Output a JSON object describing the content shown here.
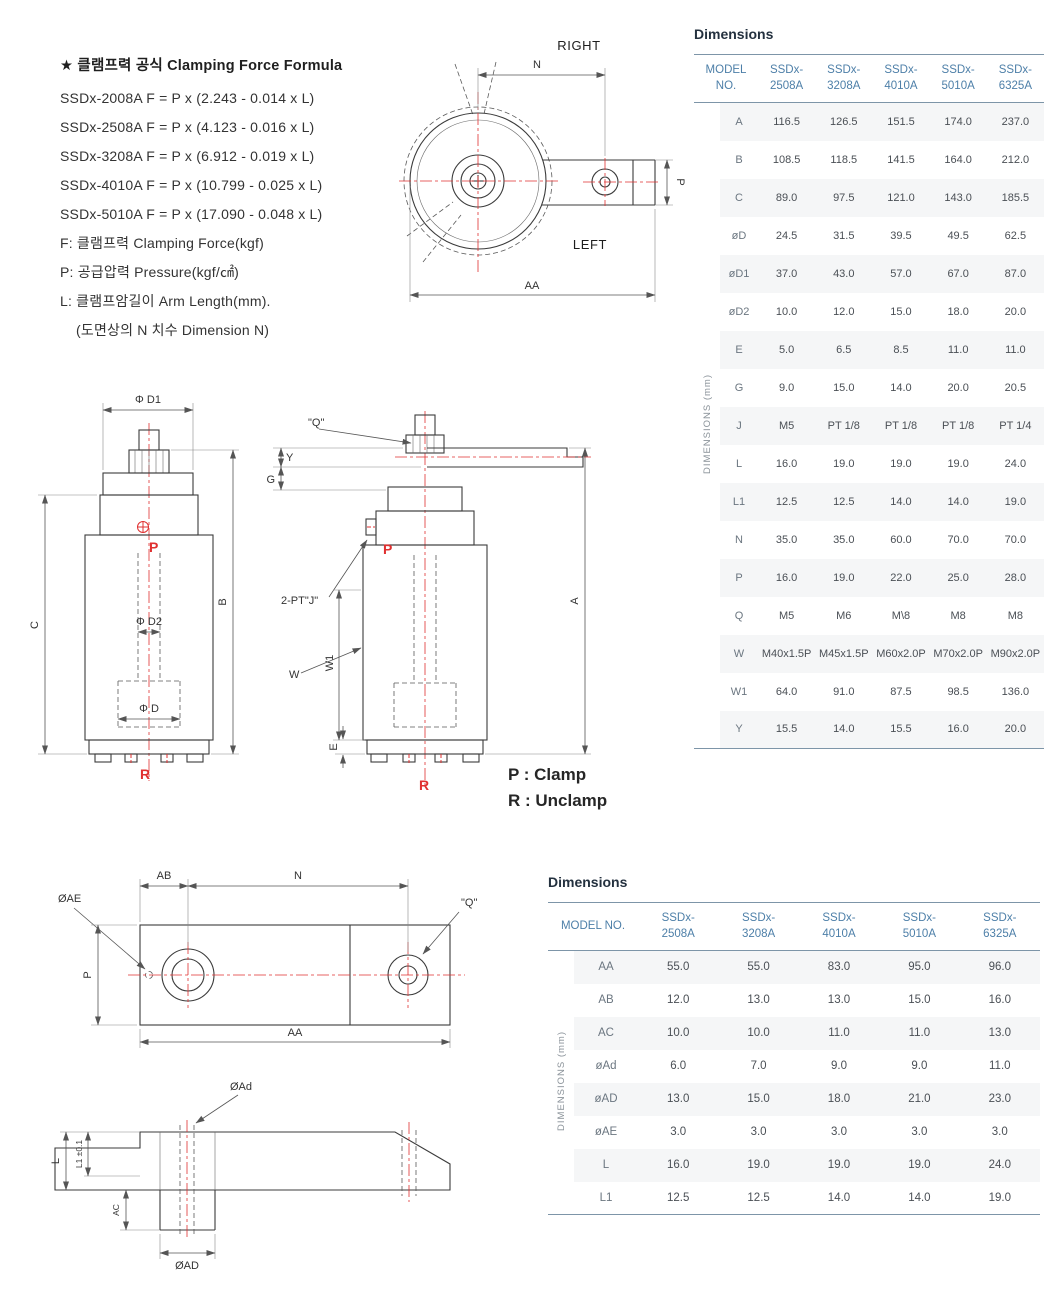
{
  "formula_block": {
    "title": "★ 클램프력 공식 Clamping Force Formula",
    "formulas": [
      "SSDx-2008A  F = P x (2.243 - 0.014 x L)",
      "SSDx-2508A  F = P x (4.123 - 0.016 x L)",
      "SSDx-3208A  F = P x (6.912 - 0.019 x L)",
      "SSDx-4010A  F = P x (10.799 - 0.025 x L)",
      "SSDx-5010A  F = P x (17.090 - 0.048 x L)"
    ],
    "legend": [
      "F: 클램프력 Clamping Force(kgf)",
      "P: 공급압력 Pressure(kgf/㎠)",
      "L: 클램프암길이 Arm Length(mm).",
      "(도면상의 N 치수  Dimension N)"
    ]
  },
  "top_view": {
    "right": "RIGHT",
    "left": "LEFT",
    "n": "N",
    "p": "P",
    "aa": "AA"
  },
  "front_view": {
    "d1": "Φ D1",
    "q": "\"Q\"",
    "y": "Y",
    "g": "G",
    "c": "C",
    "b": "B",
    "p_port": "P",
    "r_port": "R",
    "p_port2": "P",
    "r_port2": "R",
    "d2": "Φ D2",
    "d": "Φ D",
    "ptj": "2-PT\"J\"",
    "w1": "W1",
    "w": "W",
    "e": "E",
    "a": "A",
    "clamp_note_p": "P : Clamp",
    "clamp_note_r": "R : Unclamp"
  },
  "arm_top_view": {
    "oae": "ØAE",
    "ab": "AB",
    "n": "N",
    "q": "\"Q\"",
    "p": "P",
    "aa": "AA"
  },
  "arm_side_view": {
    "oad_small": "ØAd",
    "l": "L",
    "l1": "L1 ±0.1",
    "ac": "AC",
    "oad": "ØAD"
  },
  "table1": {
    "title": "Dimensions",
    "model_header": "MODEL\nNO.",
    "side_label": "DIMENSIONS (mm)",
    "columns": [
      "SSDx-\n2508A",
      "SSDx-\n3208A",
      "SSDx-\n4010A",
      "SSDx-\n5010A",
      "SSDx-\n6325A"
    ],
    "rows": [
      {
        "dim": "A",
        "values": [
          "116.5",
          "126.5",
          "151.5",
          "174.0",
          "237.0"
        ]
      },
      {
        "dim": "B",
        "values": [
          "108.5",
          "118.5",
          "141.5",
          "164.0",
          "212.0"
        ]
      },
      {
        "dim": "C",
        "values": [
          "89.0",
          "97.5",
          "121.0",
          "143.0",
          "185.5"
        ]
      },
      {
        "dim": "øD",
        "values": [
          "24.5",
          "31.5",
          "39.5",
          "49.5",
          "62.5"
        ]
      },
      {
        "dim": "øD1",
        "values": [
          "37.0",
          "43.0",
          "57.0",
          "67.0",
          "87.0"
        ]
      },
      {
        "dim": "øD2",
        "values": [
          "10.0",
          "12.0",
          "15.0",
          "18.0",
          "20.0"
        ]
      },
      {
        "dim": "E",
        "values": [
          "5.0",
          "6.5",
          "8.5",
          "11.0",
          "11.0"
        ]
      },
      {
        "dim": "G",
        "values": [
          "9.0",
          "15.0",
          "14.0",
          "20.0",
          "20.5"
        ]
      },
      {
        "dim": "J",
        "values": [
          "M5",
          "PT 1/8",
          "PT 1/8",
          "PT 1/8",
          "PT 1/4"
        ]
      },
      {
        "dim": "L",
        "values": [
          "16.0",
          "19.0",
          "19.0",
          "19.0",
          "24.0"
        ]
      },
      {
        "dim": "L1",
        "values": [
          "12.5",
          "12.5",
          "14.0",
          "14.0",
          "19.0"
        ]
      },
      {
        "dim": "N",
        "values": [
          "35.0",
          "35.0",
          "60.0",
          "70.0",
          "70.0"
        ]
      },
      {
        "dim": "P",
        "values": [
          "16.0",
          "19.0",
          "22.0",
          "25.0",
          "28.0"
        ]
      },
      {
        "dim": "Q",
        "values": [
          "M5",
          "M6",
          "M\\8",
          "M8",
          "M8"
        ]
      },
      {
        "dim": "W",
        "values": [
          "M40x1.5P",
          "M45x1.5P",
          "M60x2.0P",
          "M70x2.0P",
          "M90x2.0P"
        ]
      },
      {
        "dim": "W1",
        "values": [
          "64.0",
          "91.0",
          "87.5",
          "98.5",
          "136.0"
        ]
      },
      {
        "dim": "Y",
        "values": [
          "15.5",
          "14.0",
          "15.5",
          "16.0",
          "20.0"
        ]
      }
    ]
  },
  "table2": {
    "title": "Dimensions",
    "model_header": "MODEL NO.",
    "side_label": "DIMENSIONS (mm)",
    "columns": [
      "SSDx-\n2508A",
      "SSDx-\n3208A",
      "SSDx-\n4010A",
      "SSDx-\n5010A",
      "SSDx-\n6325A"
    ],
    "rows": [
      {
        "dim": "AA",
        "values": [
          "55.0",
          "55.0",
          "83.0",
          "95.0",
          "96.0"
        ]
      },
      {
        "dim": "AB",
        "values": [
          "12.0",
          "13.0",
          "13.0",
          "15.0",
          "16.0"
        ]
      },
      {
        "dim": "AC",
        "values": [
          "10.0",
          "10.0",
          "11.0",
          "11.0",
          "13.0"
        ]
      },
      {
        "dim": "øAd",
        "values": [
          "6.0",
          "7.0",
          "9.0",
          "9.0",
          "11.0"
        ]
      },
      {
        "dim": "øAD",
        "values": [
          "13.0",
          "15.0",
          "18.0",
          "21.0",
          "23.0"
        ]
      },
      {
        "dim": "øAE",
        "values": [
          "3.0",
          "3.0",
          "3.0",
          "3.0",
          "3.0"
        ]
      },
      {
        "dim": "L",
        "values": [
          "16.0",
          "19.0",
          "19.0",
          "19.0",
          "24.0"
        ]
      },
      {
        "dim": "L1",
        "values": [
          "12.5",
          "12.5",
          "14.0",
          "14.0",
          "19.0"
        ]
      }
    ]
  }
}
